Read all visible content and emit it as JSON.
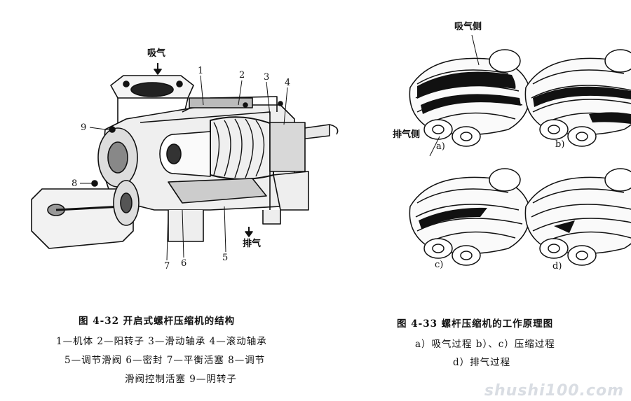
{
  "fig_left": {
    "label_suction": "吸气",
    "label_discharge": "排气",
    "callouts": [
      "1",
      "2",
      "3",
      "4",
      "5",
      "6",
      "7",
      "8",
      "9"
    ],
    "caption_title": "图 4-32   开启式螺杆压缩机的结构",
    "legend_line1": "1—机体   2—阳转子   3—滑动轴承   4—滚动轴承",
    "legend_line2": "5—调节滑阀   6—密封   7—平衡活塞   8—调节",
    "legend_line3": "滑阀控制活塞   9—阴转子"
  },
  "fig_right": {
    "label_suction_side": "吸气侧",
    "label_discharge_side": "排气侧",
    "panels": [
      "a)",
      "b)",
      "c)",
      "d)"
    ],
    "caption_title": "图 4-33   螺杆压缩机的工作原理图",
    "caption_line1": "a）吸气过程   b）、c）压缩过程",
    "caption_line2": "d）排气过程"
  },
  "watermark": "shushi100.com"
}
